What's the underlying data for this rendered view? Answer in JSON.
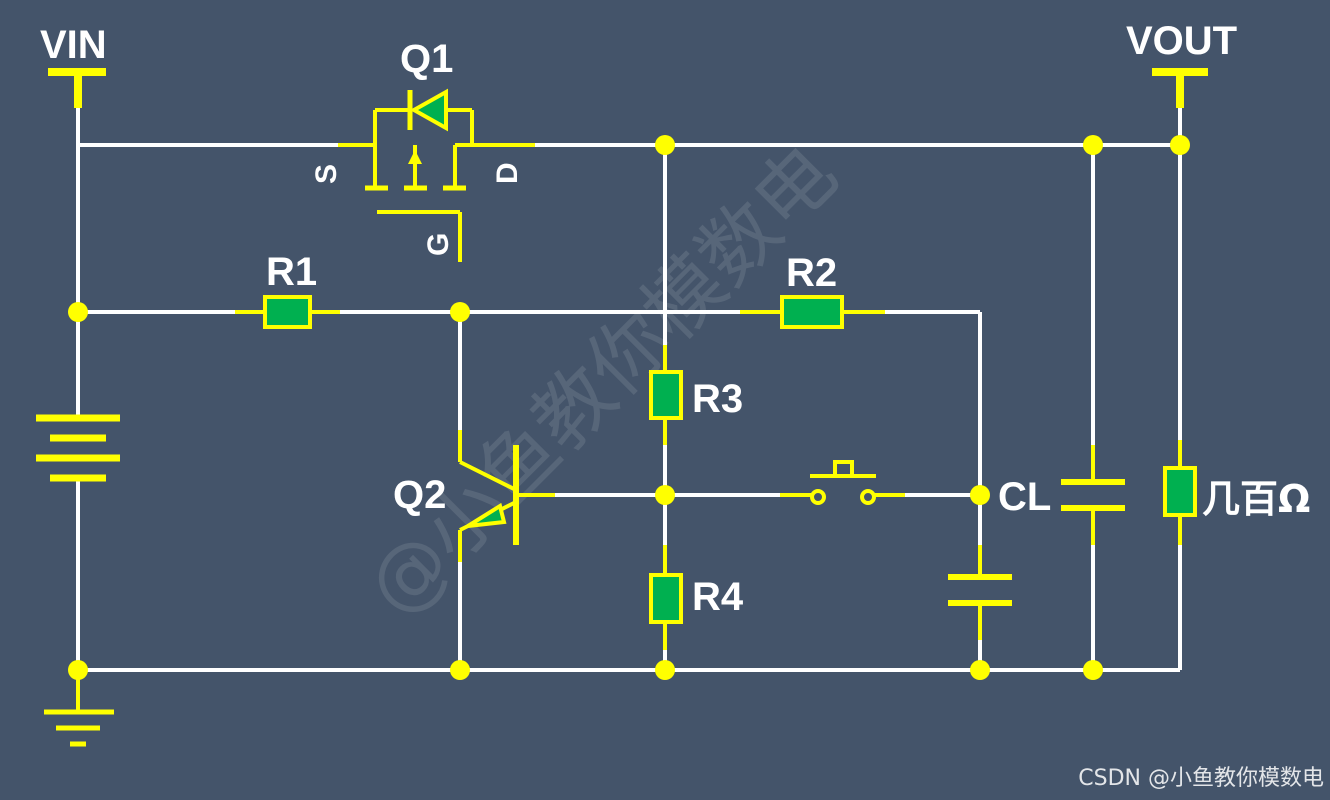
{
  "labels": {
    "vin": "VIN",
    "vout": "VOUT",
    "q1": "Q1",
    "q2": "Q2",
    "r1": "R1",
    "r2": "R2",
    "r3": "R3",
    "r4": "R4",
    "cl": "CL",
    "load": "几百Ω",
    "pin_s": "S",
    "pin_d": "D",
    "pin_g": "G"
  },
  "watermark": "@小鱼教你模数电",
  "credit": "CSDN @小鱼教你模数电",
  "colors": {
    "background": "#44546a",
    "wire": "#ffffff",
    "component": "#ffff00",
    "resistor_fill": "#00b050"
  }
}
